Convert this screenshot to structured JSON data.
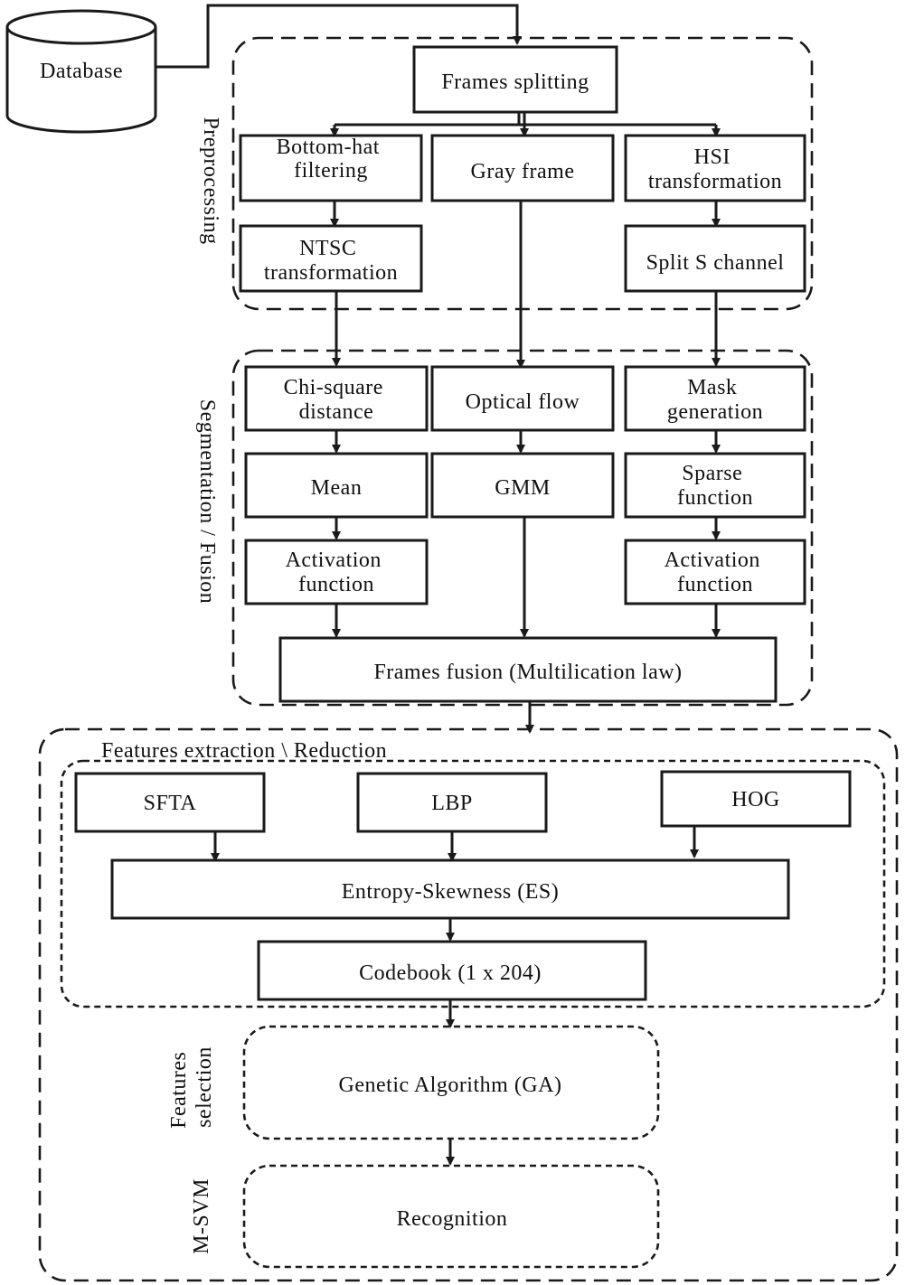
{
  "nodes": {
    "database": "Database",
    "frames_splitting": "Frames splitting",
    "bottom_hat": [
      "Bottom-hat",
      "filtering"
    ],
    "gray_frame": "Gray frame",
    "hsi": [
      "HSI",
      "transformation"
    ],
    "ntsc": [
      "NTSC",
      "transformation"
    ],
    "split_s": "Split S channel",
    "chi_square": [
      "Chi-square",
      "distance"
    ],
    "optical_flow": "Optical flow",
    "mask_generation": [
      "Mask",
      "generation"
    ],
    "mean": "Mean",
    "gmm": "GMM",
    "sparse_function": [
      "Sparse",
      "function"
    ],
    "activation_left": [
      "Activation",
      "function"
    ],
    "activation_right": [
      "Activation",
      "function"
    ],
    "frames_fusion": "Frames fusion (Multilication law)",
    "sfta": "SFTA",
    "lbp": "LBP",
    "hog": "HOG",
    "entropy_skewness": "Entropy-Skewness (ES)",
    "codebook": "Codebook (1 x 204)",
    "genetic_algorithm": "Genetic Algorithm (GA)",
    "recognition": "Recognition"
  },
  "groups": {
    "preprocessing": "Preprocessing",
    "segmentation_fusion": "Segmentation / Fusion",
    "features_extraction": "Features extraction \\ Reduction",
    "features_selection": [
      "Features",
      "selection"
    ],
    "msvm": "M-SVM"
  }
}
